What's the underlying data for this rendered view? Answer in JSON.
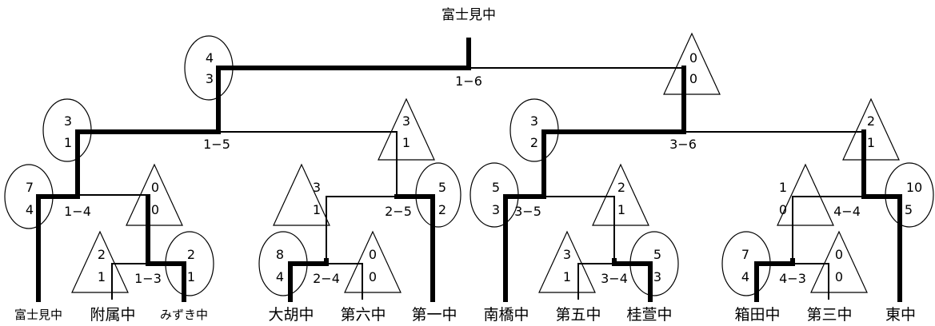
{
  "champion": "富士見中",
  "teams": [
    "富士見中",
    "附属中",
    "みずき中",
    "大胡中",
    "第六中",
    "第一中",
    "南橋中",
    "第五中",
    "桂萱中",
    "箱田中",
    "第三中",
    "東中"
  ],
  "matches": {
    "final": {
      "result": "1−6",
      "win_score": [
        "4",
        "3"
      ],
      "lose_score": [
        "0",
        "0"
      ]
    },
    "semi_left": {
      "result": "1−5",
      "win_score": [
        "3",
        "1"
      ],
      "lose_score": [
        "3",
        "1"
      ]
    },
    "semi_right": {
      "result": "3−6",
      "win_score": [
        "3",
        "2"
      ],
      "lose_score": [
        "2",
        "1"
      ]
    },
    "qf_1_4": {
      "result": "1−4",
      "win_score": [
        "7",
        "4"
      ],
      "lose_score": [
        "0",
        "0"
      ]
    },
    "qf_2_5": {
      "result": "2−5",
      "win_score": [
        "5",
        "2"
      ],
      "lose_score": [
        "3",
        "1"
      ]
    },
    "qf_3_5": {
      "result": "3−5",
      "win_score": [
        "5",
        "3"
      ],
      "lose_score": [
        "2",
        "1"
      ]
    },
    "qf_4_4": {
      "result": "4−4",
      "win_score": [
        "10",
        "5"
      ],
      "lose_score": [
        "1",
        "0"
      ]
    },
    "r1_1_3": {
      "result": "1−3",
      "win_score": [
        "2",
        "1"
      ],
      "lose_score": [
        "2",
        "1"
      ]
    },
    "r1_2_4": {
      "result": "2−4",
      "win_score": [
        "8",
        "4"
      ],
      "lose_score": [
        "0",
        "0"
      ]
    },
    "r1_3_4": {
      "result": "3−4",
      "win_score": [
        "5",
        "3"
      ],
      "lose_score": [
        "3",
        "1"
      ]
    },
    "r1_4_3": {
      "result": "4−3",
      "win_score": [
        "7",
        "4"
      ],
      "lose_score": [
        "0",
        "0"
      ]
    }
  }
}
